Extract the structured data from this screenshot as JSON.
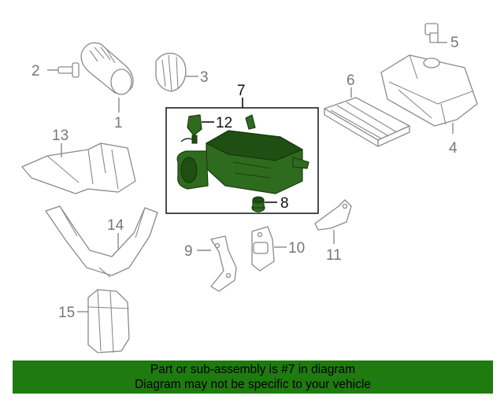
{
  "callouts": {
    "c1": "1",
    "c2": "2",
    "c3": "3",
    "c4": "4",
    "c5": "5",
    "c6": "6",
    "c7": "7",
    "c8": "8",
    "c9": "9",
    "c10": "10",
    "c11": "11",
    "c12": "12",
    "c13": "13",
    "c14": "14",
    "c15": "15"
  },
  "highlight": {
    "part_number": "7",
    "color": "#2f6b1f",
    "box_border_color": "#111111"
  },
  "footer": {
    "line1": "Part or sub-assembly is #7 in diagram",
    "line2": "Diagram may not be specific to your vehicle",
    "background": "#1f7a10"
  }
}
